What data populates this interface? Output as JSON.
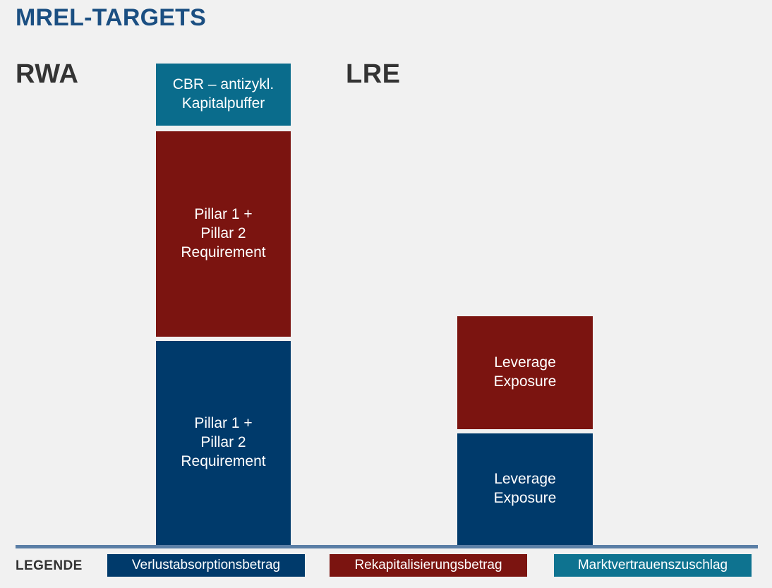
{
  "slide": {
    "title": "MREL-TARGETS",
    "background_color": "#f1f1f1"
  },
  "columns": [
    {
      "id": "rwa",
      "heading": "RWA"
    },
    {
      "id": "lre",
      "heading": "LRE"
    }
  ],
  "segments": {
    "rwa_cbr": "CBR – antizykl.\nKapitalpuffer",
    "rwa_recap": "Pillar 1 +\nPillar 2\nRequirement",
    "rwa_loss": "Pillar 1 +\nPillar 2\nRequirement",
    "lre_recap": "Leverage\nExposure",
    "lre_loss": "Leverage\nExposure"
  },
  "legend": {
    "label": "LEGENDE",
    "items": [
      {
        "label": "Verlustabsorptionsbetrag",
        "color": "#003a6b"
      },
      {
        "label": "Rekapitalisierungsbetrag",
        "color": "#7b1410"
      },
      {
        "label": "Marktvertrauenszuschlag",
        "color": "#0e7390"
      }
    ]
  },
  "chart_data": {
    "type": "bar",
    "title": "MREL-TARGETS",
    "xlabel": "",
    "ylabel": "",
    "grid": false,
    "legend_position": "bottom",
    "categories": [
      "RWA",
      "LRE"
    ],
    "stacked": true,
    "series": [
      {
        "name": "Verlustabsorptionsbetrag",
        "color": "#003a6b",
        "labels": [
          "Pillar 1 + Pillar 2 Requirement",
          "Leverage Exposure"
        ],
        "values": [
          289,
          158
        ]
      },
      {
        "name": "Rekapitalisierungsbetrag",
        "color": "#7b1410",
        "labels": [
          "Pillar 1 + Pillar 2 Requirement",
          "Leverage Exposure"
        ],
        "values": [
          291,
          160
        ]
      },
      {
        "name": "Marktvertrauenszuschlag",
        "color": "#0e7390",
        "labels": [
          "CBR – antizykl. Kapitalpuffer",
          null
        ],
        "values": [
          88,
          0
        ]
      }
    ]
  }
}
